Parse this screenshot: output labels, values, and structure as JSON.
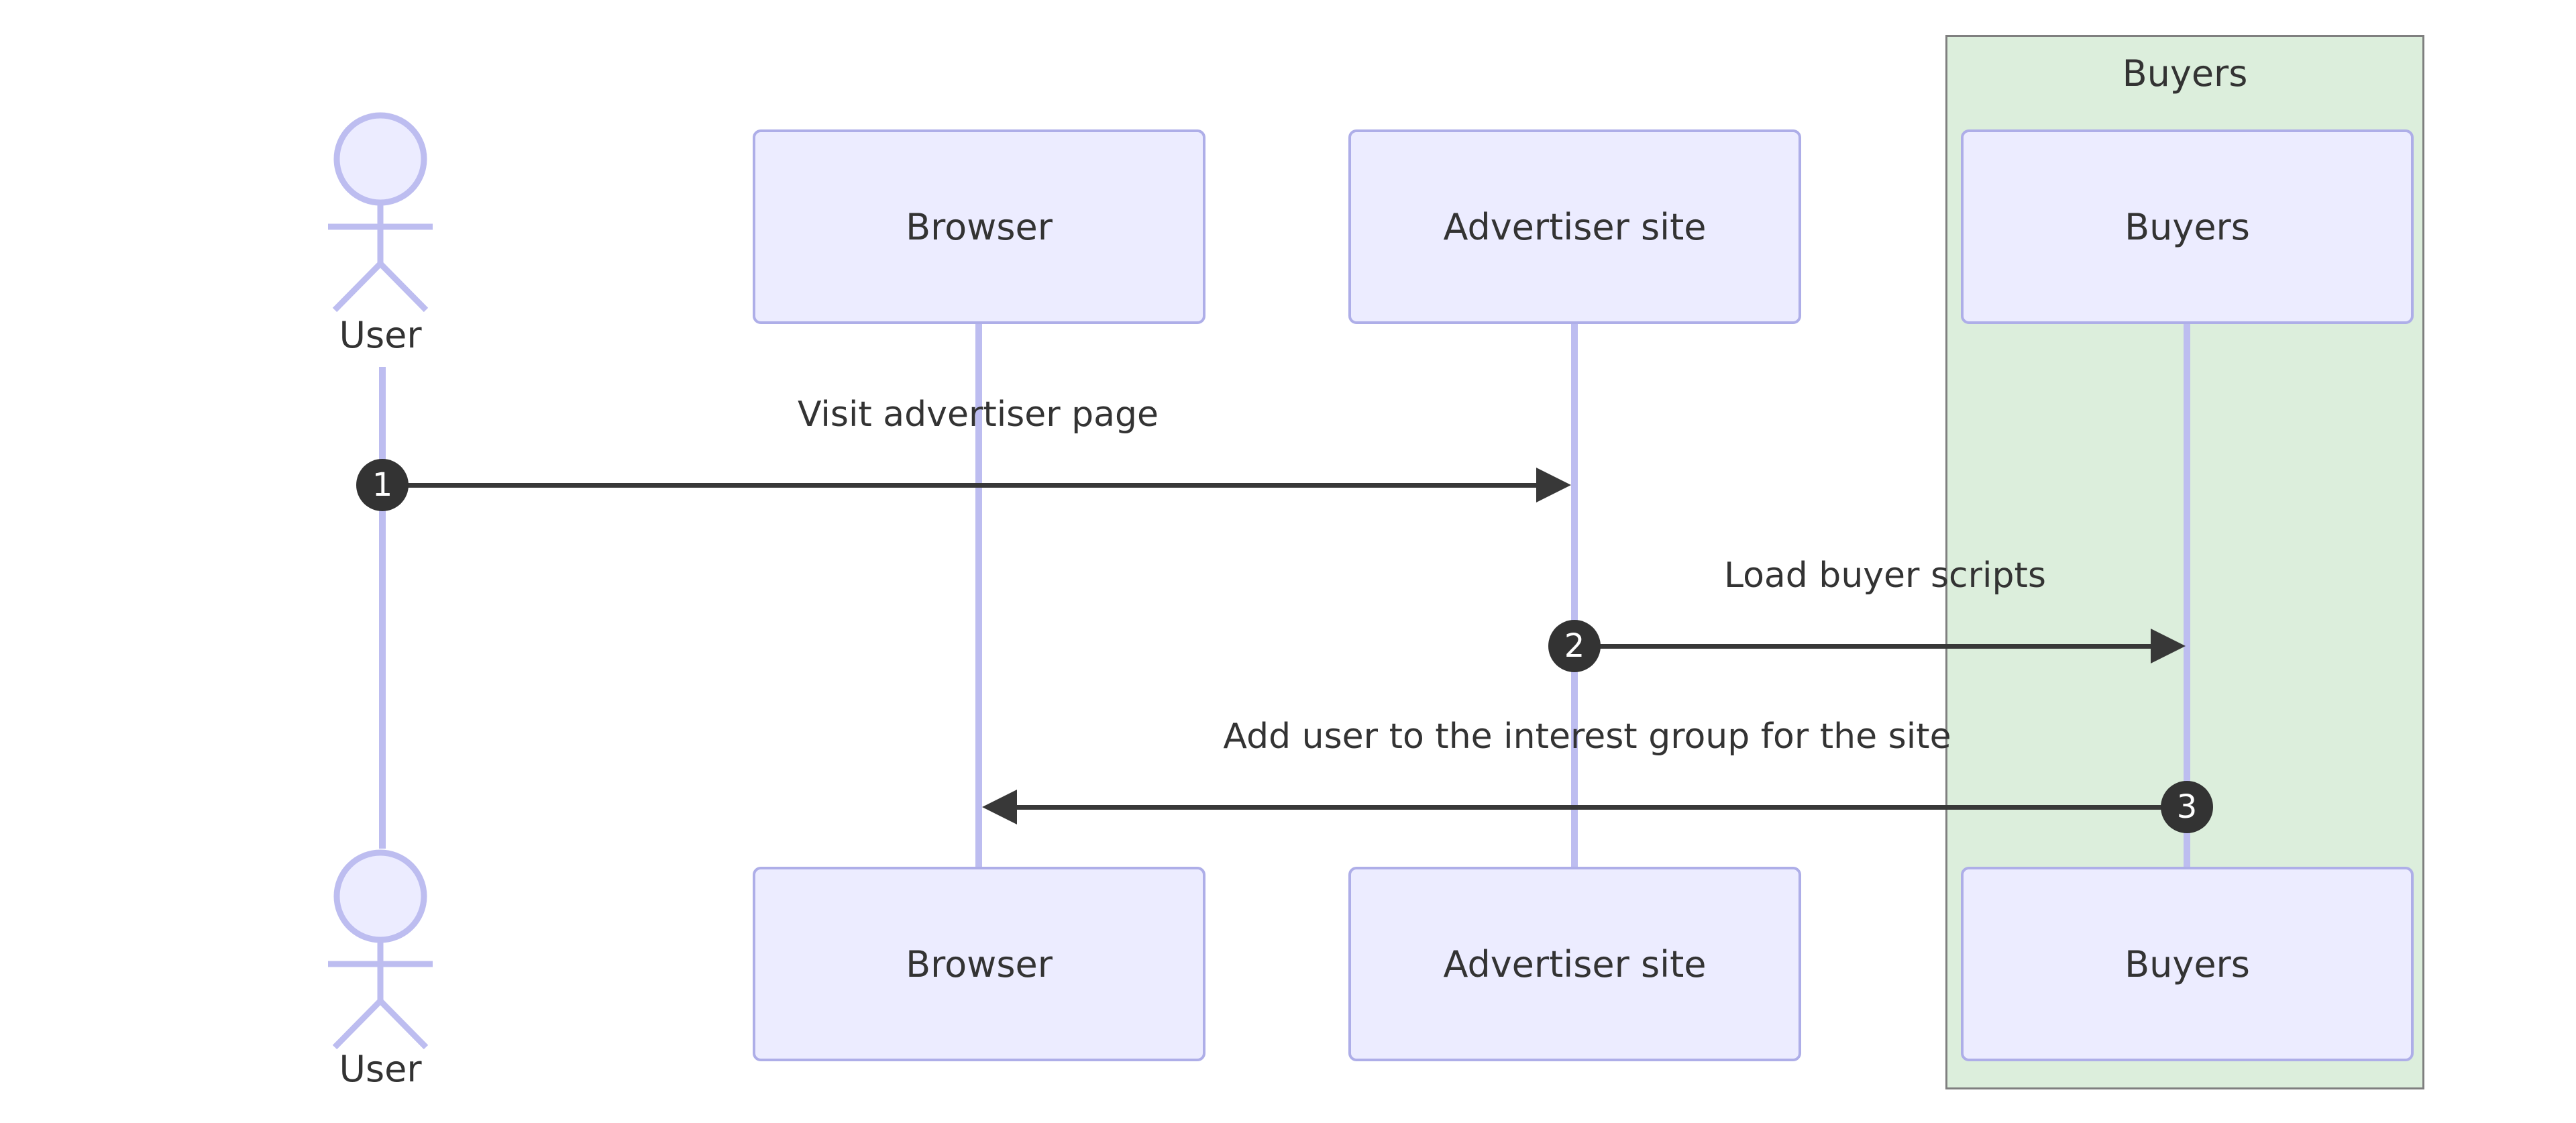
{
  "diagram": {
    "type": "sequence-diagram",
    "background_color": "#FFFFFF",
    "colors": {
      "participant_fill": "#ECECFF",
      "participant_border": "#AEAEE8",
      "lifeline": "#BDBDF0",
      "group_fill": "#DCEEDC",
      "group_border": "#7F7F7F",
      "arrow": "#383838",
      "badge_fill": "#333333",
      "badge_text": "#FFFFFF",
      "text": "#333333"
    },
    "group": {
      "label": "Buyers"
    },
    "actor": {
      "top_label": "User",
      "bottom_label": "User"
    },
    "participants": [
      {
        "id": "browser",
        "label": "Browser"
      },
      {
        "id": "advertiser",
        "label": "Advertiser site"
      },
      {
        "id": "buyers",
        "label": "Buyers"
      }
    ],
    "messages": [
      {
        "seq": "1",
        "text": "Visit advertiser page",
        "from": "User",
        "to": "Advertiser site",
        "direction": "right"
      },
      {
        "seq": "2",
        "text": "Load buyer scripts",
        "from": "Advertiser site",
        "to": "Buyers",
        "direction": "right"
      },
      {
        "seq": "3",
        "text": "Add user to the interest group for the site",
        "from": "Buyers",
        "to": "Browser",
        "direction": "left"
      }
    ]
  }
}
